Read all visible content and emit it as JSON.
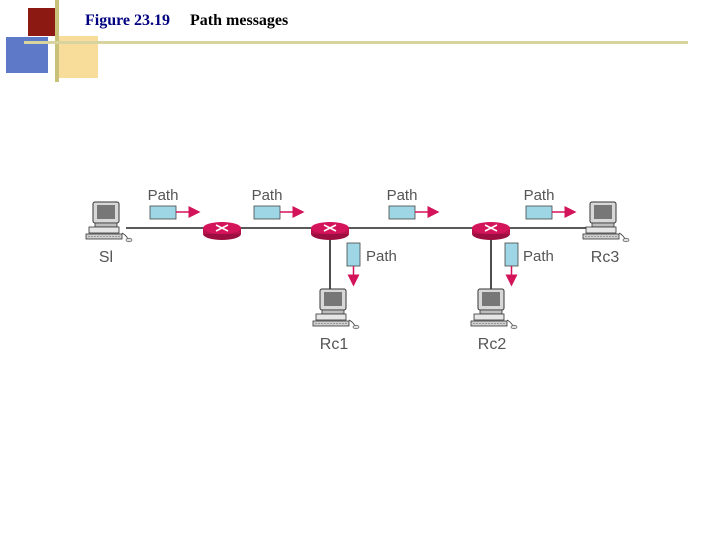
{
  "slide": {
    "figure_label": "Figure 23.19",
    "figure_caption": "Path messages"
  },
  "diagram": {
    "message_label": "Path",
    "hosts": {
      "sender": "Sl",
      "receiver_1": "Rc1",
      "receiver_2": "Rc2",
      "receiver_3": "Rc3"
    },
    "colors": {
      "router": "#d4145a",
      "arrow": "#d4145a",
      "message_box": "#9fd6e6",
      "link": "#222222"
    },
    "icons": [
      "computer-icon",
      "router-icon",
      "message-box-icon",
      "arrow-icon"
    ]
  }
}
